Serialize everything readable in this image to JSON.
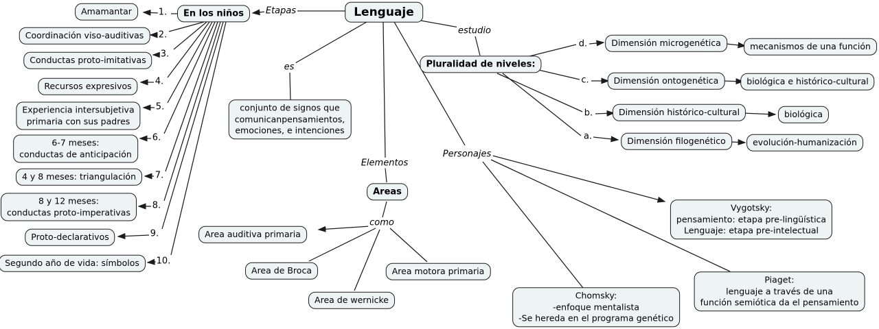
{
  "colors": {
    "node_fill": "#eef3f4",
    "node_border": "#1c1c1c",
    "line": "#1c1c1c",
    "background": "#ffffff",
    "text": "#000000"
  },
  "nodes": {
    "lenguaje": "Lenguaje",
    "en_los_ninos": "En los niños",
    "amamantar": "Amamantar",
    "coordinacion": "Coordinación viso-auditivas",
    "proto_imitativas": "Conductas proto-imitativas",
    "recursos": "Recursos expresivos",
    "experiencia": "Experiencia intersubjetiva\nprimaria con sus padres",
    "meses_6_7": "6-7 meses:\nconductas de anticipación",
    "meses_4_8": "4 y 8 meses: triangulación",
    "meses_8_12": "8 y 12 meses:\nconductas proto-imperativas",
    "proto_declarativos": "Proto-declarativos",
    "segundo_ano": "Segundo año de vida: símbolos",
    "conjunto": "conjunto de signos que\ncomunicanpensamientos,\nemociones, e intenciones",
    "pluralidad": "Pluralidad de niveles:",
    "dim_microgenetica": "Dimensión microgenética",
    "mecanismos": "mecanismos de una función",
    "dim_ontogenetica": "Dimensión ontogenética",
    "biologica_historico": "biológica e histórico-cultural",
    "dim_historico": "Dimensión histórico-cultural",
    "biologica": "biológica",
    "dim_filogenetico": "Dimensión filogenético",
    "evolucion": "evolución-humanización",
    "areas": "Areas",
    "area_auditiva": "Area auditiva primaria",
    "area_broca": "Area de Broca",
    "area_wernicke": "Area de wernicke",
    "area_motora": "Area motora primaria",
    "vygotsky": "Vygotsky:\npensamiento: etapa pre-lingüística\nLenguaje: etapa pre-intelectual",
    "chomsky": "Chomsky:\n-enfoque mentalista\n-Se hereda en el programa genético",
    "piaget": "Piaget:\nlenguaje a través de una\nfunción semiótica da el pensamiento"
  },
  "linking_phrases": {
    "etapas": "Etapas",
    "es": "es",
    "estudio": "estudio",
    "elementos": "Elementos",
    "como": "como",
    "personajes": "Personajes"
  },
  "numbers": {
    "n1": "1.",
    "n2": "2.",
    "n3": "3.",
    "n4": "4.",
    "n5": "5.",
    "n6": "6.",
    "n7": "7.",
    "n8": "8.",
    "n9": "9.",
    "n10": "10."
  },
  "letters": {
    "a": "a.",
    "b": "b.",
    "c": "c.",
    "d": "d."
  }
}
